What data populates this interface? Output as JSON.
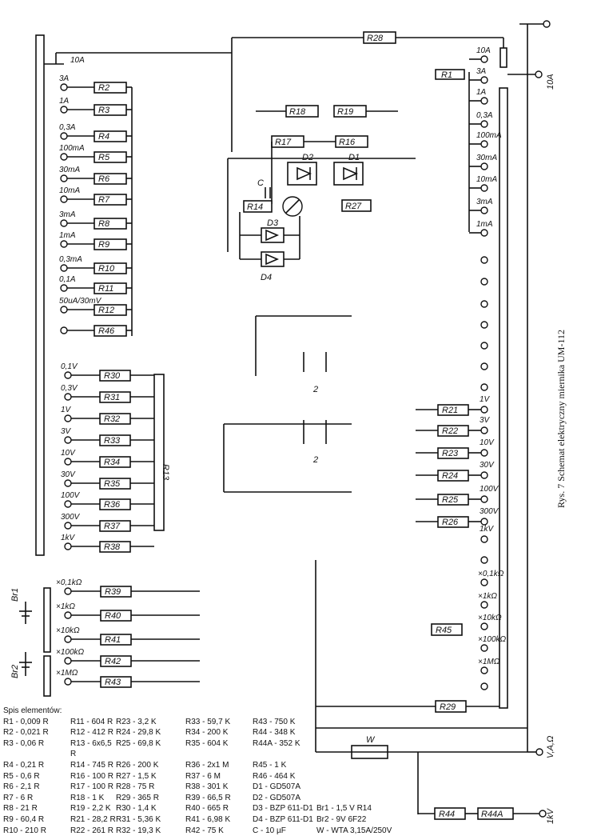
{
  "caption": "Rys. 7  Schemat elektryczny miernika UM-112",
  "resistors_left": [
    {
      "label": "R2",
      "range": "3A"
    },
    {
      "label": "R3",
      "range": "1A"
    },
    {
      "label": "R4",
      "range": "0,3A"
    },
    {
      "label": "R5",
      "range": "100mA"
    },
    {
      "label": "R6",
      "range": "30mA"
    },
    {
      "label": "R7",
      "range": "10mA"
    },
    {
      "label": "R8",
      "range": "3mA"
    },
    {
      "label": "R9",
      "range": "1mA"
    },
    {
      "label": "R10",
      "range": "0,3mA"
    },
    {
      "label": "R11",
      "range": "0,1A"
    },
    {
      "label": "R12",
      "range": "50uA/30mV"
    },
    {
      "label": "R46",
      "range": ""
    }
  ],
  "volt_resistors": [
    {
      "label": "R30",
      "range": "0,1V"
    },
    {
      "label": "R31",
      "range": "0,3V"
    },
    {
      "label": "R32",
      "range": "1V"
    },
    {
      "label": "R33",
      "range": "3V"
    },
    {
      "label": "R34",
      "range": "10V"
    },
    {
      "label": "R35",
      "range": "30V"
    },
    {
      "label": "R36",
      "range": "100V"
    },
    {
      "label": "R37",
      "range": "300V"
    },
    {
      "label": "R38",
      "range": "1kV"
    }
  ],
  "ohm_resistors": [
    {
      "label": "R39",
      "range": "×0,1kΩ"
    },
    {
      "label": "R40",
      "range": "×1kΩ"
    },
    {
      "label": "R41",
      "range": "×10kΩ"
    },
    {
      "label": "R42",
      "range": "×100kΩ"
    },
    {
      "label": "R43",
      "range": "×1MΩ"
    }
  ],
  "right_ranges_top": [
    "10A",
    "3A",
    "1A",
    "0,3A",
    "100mA",
    "30mA",
    "10mA",
    "3mA",
    "1mA"
  ],
  "right_volt": [
    {
      "label": "R21",
      "range": "1V"
    },
    {
      "label": "R22",
      "range": "3V"
    },
    {
      "label": "R23",
      "range": "10V"
    },
    {
      "label": "R24",
      "range": "30V"
    },
    {
      "label": "R25",
      "range": "100V"
    },
    {
      "label": "R26",
      "range": "300V"
    },
    {
      "label": "",
      "range": "1kV"
    }
  ],
  "right_ohm": [
    "×0,1kΩ",
    "×1kΩ",
    "×10kΩ",
    "×100kΩ",
    "×1MΩ"
  ],
  "misc_labels": {
    "r28": "R28",
    "r1": "R1",
    "r18": "R18",
    "r19": "R19",
    "r17": "R17",
    "r16": "R16",
    "r14": "R14",
    "r27": "R27",
    "r13": "R13",
    "r45": "R45",
    "r29": "R29",
    "r44": "R44",
    "r44a": "R44A",
    "d1": "D1",
    "d2": "D2",
    "d3": "D3",
    "d4": "D4",
    "c": "C",
    "w": "W",
    "br1": "Br1",
    "br2": "Br2",
    "top_10a": "10A",
    "sw_num": "2",
    "term_10a": "10A",
    "term_vaohm": "V,A,Ω",
    "term_1kv": "1kV"
  },
  "legend_title": "Spis elementów:",
  "legend_rows": [
    [
      "R1 - 0,009 R",
      "R11 - 604 R",
      "R23 - 3,2 K",
      "R33 - 59,7 K",
      "R43 - 750 K",
      ""
    ],
    [
      "R2 - 0,021 R",
      "R12 - 412 R",
      "R24 - 29,8 K",
      "R34 - 200 K",
      "R44 - 348 K",
      ""
    ],
    [
      "R3 - 0,06 R",
      "R13 - 6x6,5 R",
      "R25 - 69,8 K",
      "R35 - 604 K",
      "R44A - 352 K",
      ""
    ],
    [
      "R4 - 0,21 R",
      "R14 - 745 R",
      "R26 - 200 K",
      "R36 - 2x1 M",
      "R45 - 1 K",
      ""
    ],
    [
      "R5 - 0,6 R",
      "R16 - 100 R",
      "R27 - 1,5 K",
      "R37 - 6 M",
      "R46 - 464 K",
      ""
    ],
    [
      "R6 - 2,1 R",
      "R17 - 100 R",
      "R28 - 75 R",
      "R38 - 301 K",
      "D1 - GD507A",
      ""
    ],
    [
      "R7 - 6 R",
      "R18 - 1 K",
      "R29 - 365 R",
      "R39 - 66,5 R",
      "D2 - GD507A",
      ""
    ],
    [
      "R8 - 21 R",
      "R19 - 2,2 K",
      "R30 - 1,4 K",
      "R40 - 665 R",
      "D3 - BZP 611-D1",
      "Br1 - 1,5 V R14"
    ],
    [
      "R9 - 60,4 R",
      "R21 - 28,2 R",
      "R31 - 5,36 K",
      "R41 - 6,98 K",
      "D4 - BZP 611-D1",
      "Br2 - 9V 6F22"
    ],
    [
      "R10 - 210 R",
      "R22 - 261 R",
      "R32 - 19,3 K",
      "R42 - 75 K",
      "C - 10 µF",
      "W - WTA 3,15A/250V"
    ]
  ]
}
